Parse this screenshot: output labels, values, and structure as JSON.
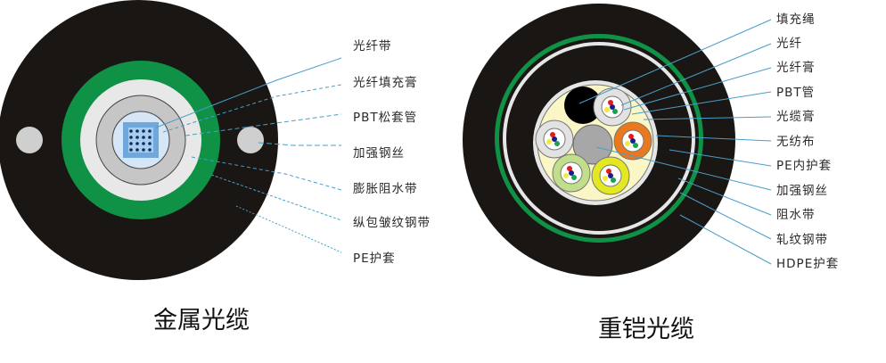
{
  "diagrams": [
    {
      "caption": "金属光缆",
      "labels": [
        "光纤带",
        "光纤填充膏",
        "PBT松套管",
        "加强钢丝",
        "膨胀阻水带",
        "纵包皱纹钢带",
        "PE护套"
      ]
    },
    {
      "caption": "重铠光缆",
      "labels": [
        "填充绳",
        "光纤",
        "光纤膏",
        "PBT管",
        "光缆膏",
        "无纺布",
        "PE内护套",
        "加强钢丝",
        "阻水带",
        "轧纹钢带",
        "HDPE护套"
      ]
    }
  ],
  "colors": {
    "jacket": "#1a1613",
    "armor_green": "#0f9245",
    "light_gray": "#e6e6e6",
    "mid_gray": "#c4c4c4",
    "core_blue": "#cfe2f5",
    "ribbon_blue": "#6fa8dc",
    "leader": "#4a9ec8",
    "filler_yellow": "#fbf6c6"
  }
}
